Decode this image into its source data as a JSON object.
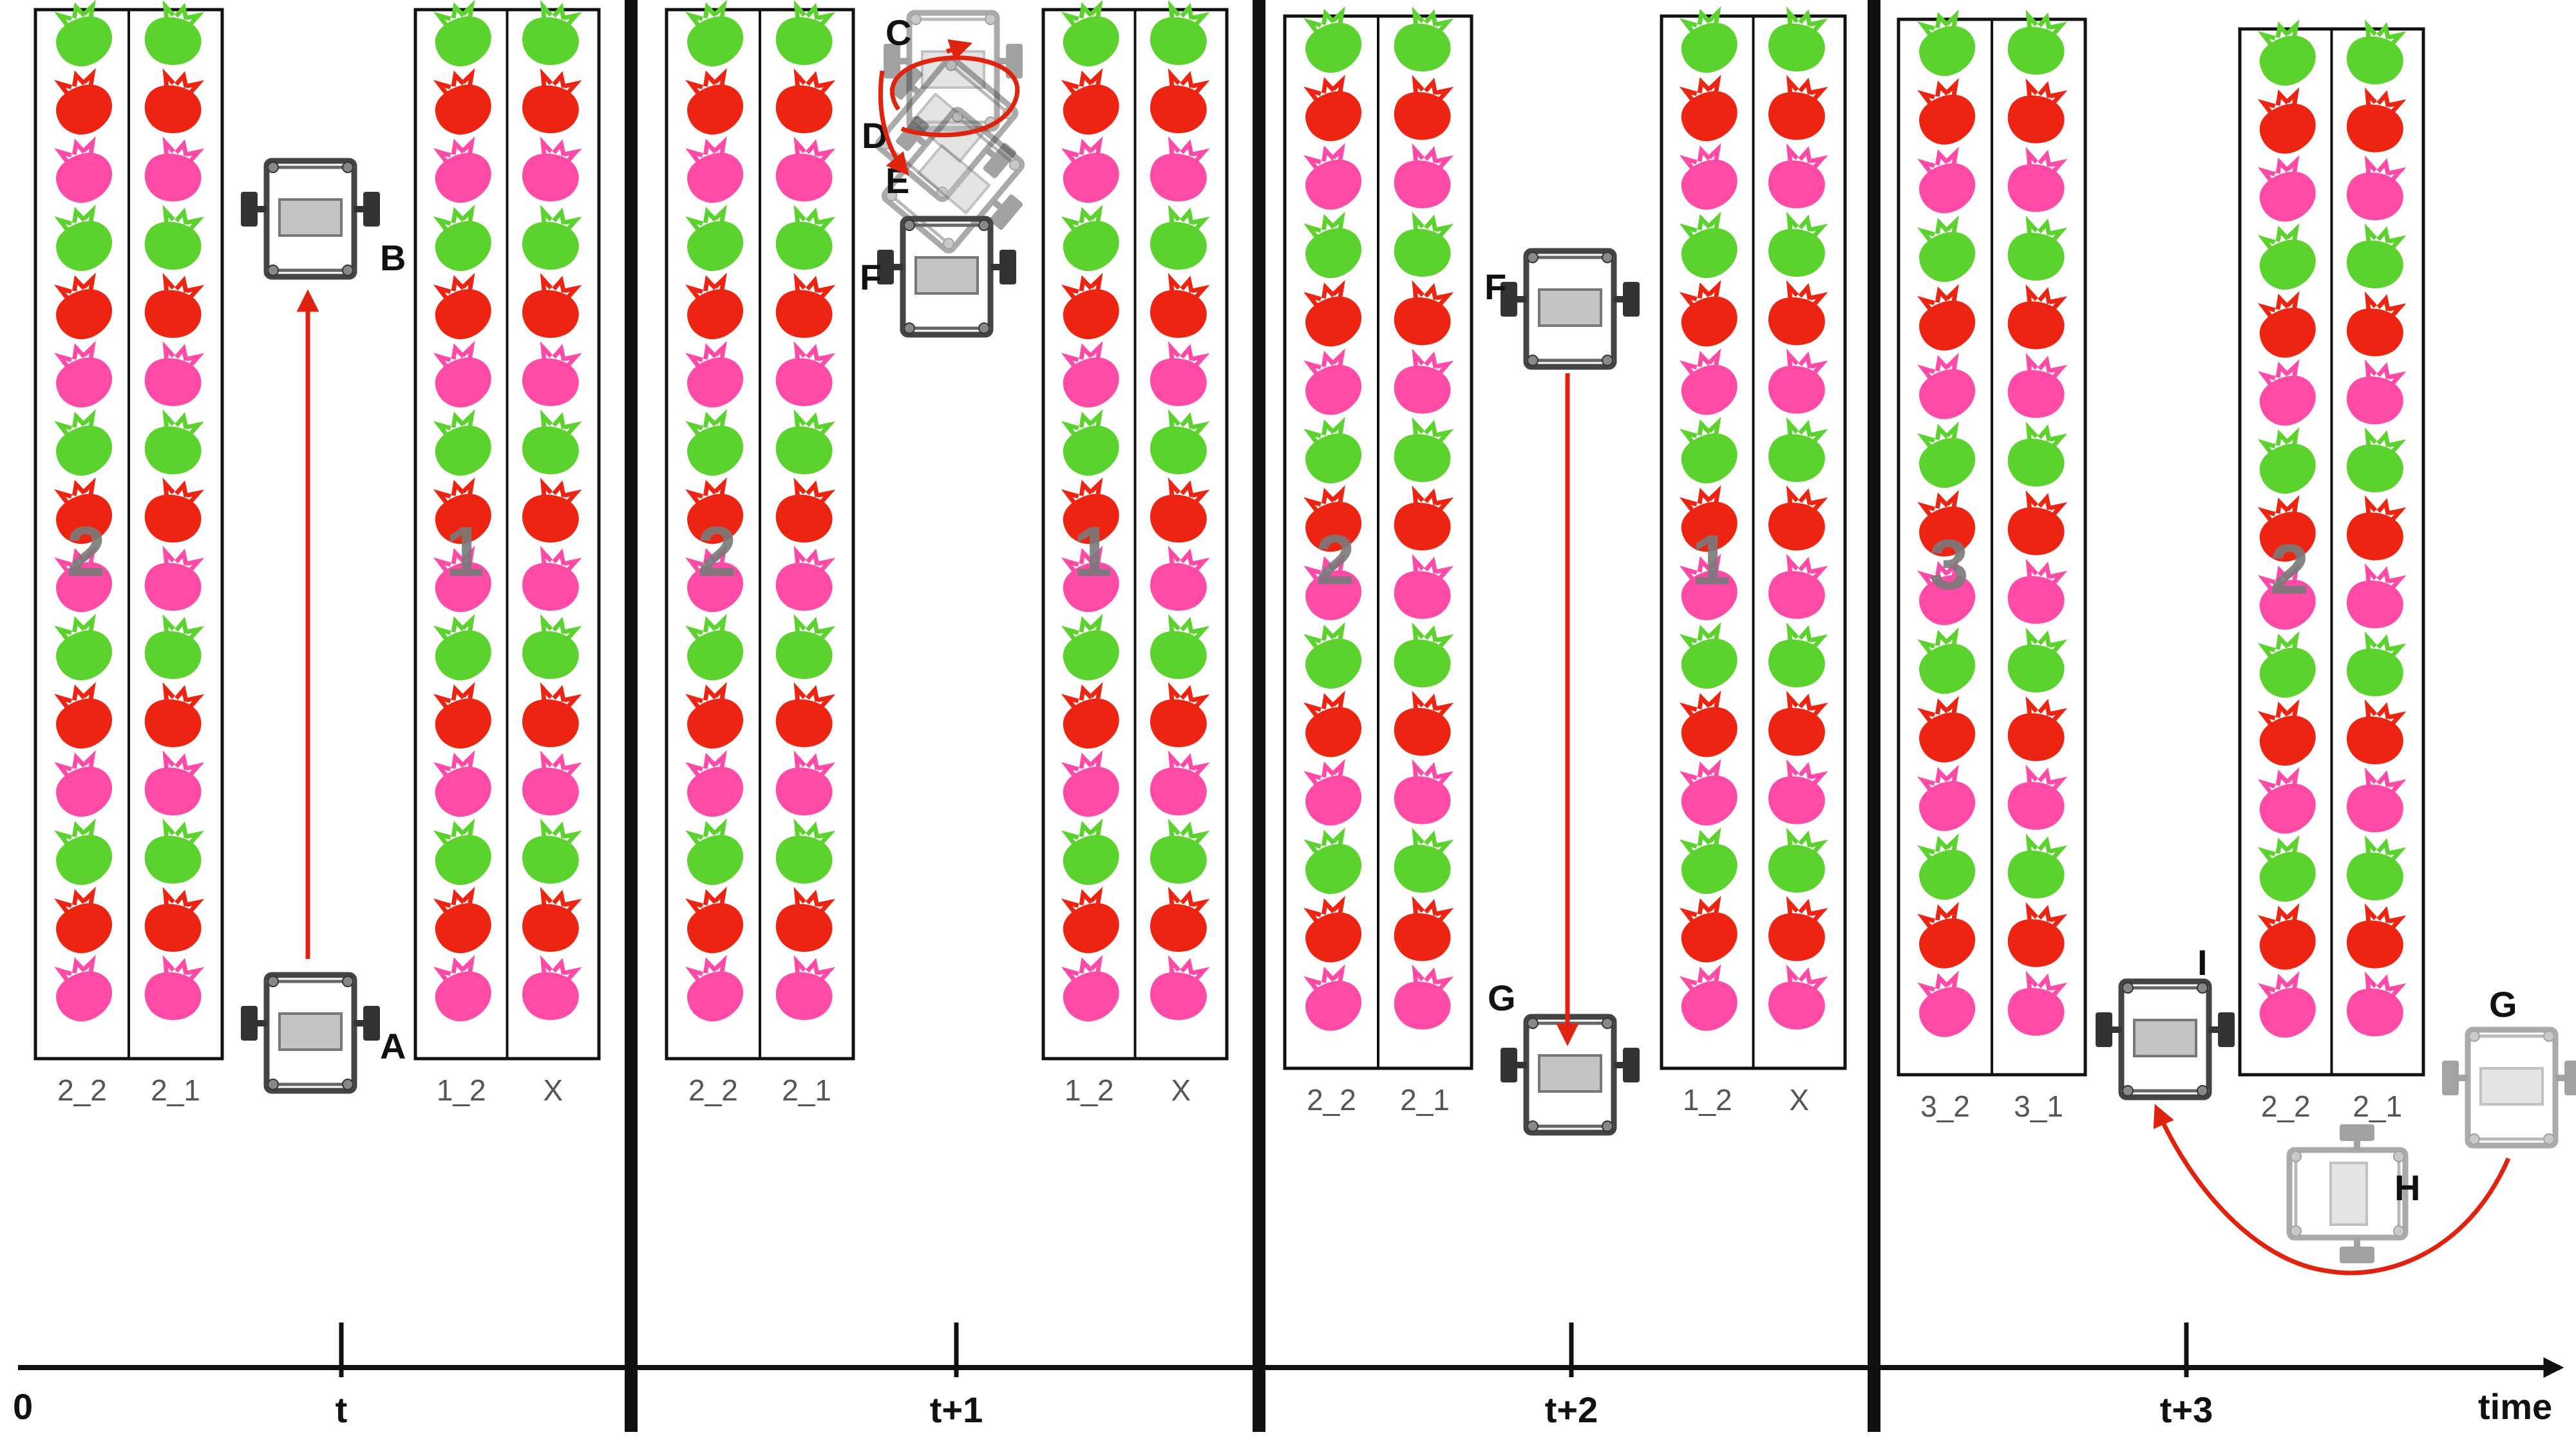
{
  "figure": {
    "time_axis": {
      "origin_label": "0",
      "end_label": "time",
      "ticks": [
        "t",
        "t+1",
        "t+2",
        "t+3"
      ]
    },
    "colors": {
      "green": "#5bd22e",
      "red": "#ee2412",
      "pink": "#ff4aa6",
      "arrow": "#e0230e",
      "frame": "#111111"
    },
    "strawberry_pattern": [
      "green",
      "red",
      "pink"
    ],
    "strawberries_per_column": 15,
    "panels": [
      {
        "rows": [
          {
            "number": "2",
            "col_labels": [
              "2_2",
              "2_1"
            ]
          },
          {
            "number": "1",
            "col_labels": [
              "1_2",
              "X"
            ]
          }
        ],
        "robots": [
          {
            "label": "A",
            "orientation": "horizontal",
            "faded": false
          },
          {
            "label": "B",
            "orientation": "horizontal",
            "faded": false
          }
        ]
      },
      {
        "rows": [
          {
            "number": "2",
            "col_labels": [
              "2_2",
              "2_1"
            ]
          },
          {
            "number": "1",
            "col_labels": [
              "1_2",
              "X"
            ]
          }
        ],
        "robots": [
          {
            "label": "C",
            "orientation": "horizontal",
            "faded": true
          },
          {
            "label": "D",
            "orientation": "diagonal",
            "faded": true
          },
          {
            "label": "E",
            "orientation": "diagonal",
            "faded": true
          },
          {
            "label": "F",
            "orientation": "horizontal",
            "faded": false
          }
        ]
      },
      {
        "rows": [
          {
            "number": "2",
            "col_labels": [
              "2_2",
              "2_1"
            ]
          },
          {
            "number": "1",
            "col_labels": [
              "1_2",
              "X"
            ]
          }
        ],
        "robots": [
          {
            "label": "F",
            "orientation": "horizontal",
            "faded": false
          },
          {
            "label": "G",
            "orientation": "horizontal",
            "faded": false
          }
        ]
      },
      {
        "rows": [
          {
            "number": "3",
            "col_labels": [
              "3_2",
              "3_1"
            ]
          },
          {
            "number": "2",
            "col_labels": [
              "2_2",
              "2_1"
            ]
          }
        ],
        "robots": [
          {
            "label": "I",
            "orientation": "horizontal",
            "faded": false
          },
          {
            "label": "H",
            "orientation": "vertical",
            "faded": true
          },
          {
            "label": "G",
            "orientation": "horizontal",
            "faded": true
          }
        ]
      }
    ]
  }
}
